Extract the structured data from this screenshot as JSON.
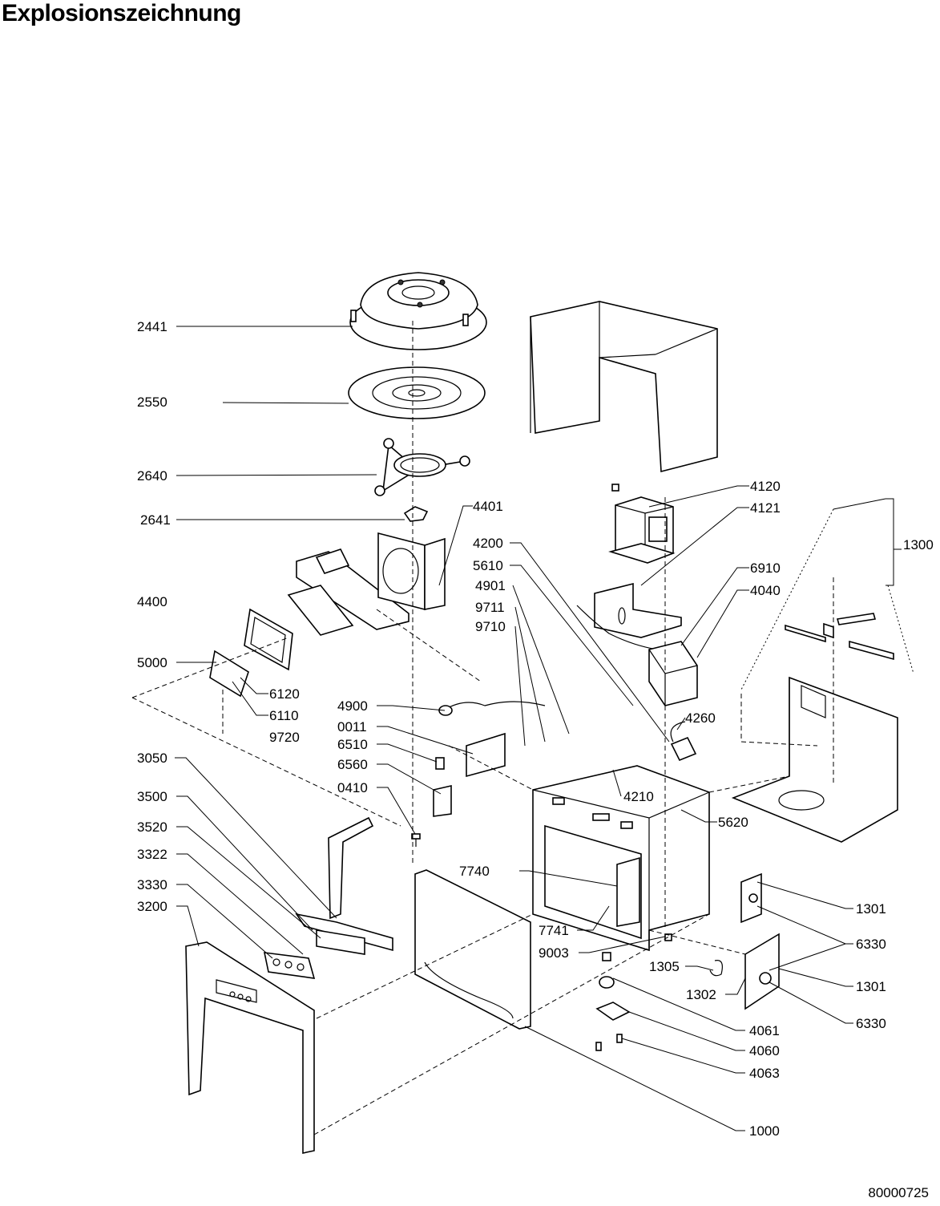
{
  "header": {
    "title": "Explosionszeichnung"
  },
  "footer": {
    "doc_number": "80000725"
  },
  "callouts": {
    "c2441": "2441",
    "c2550": "2550",
    "c2640": "2640",
    "c2641": "2641",
    "c4400": "4400",
    "c5000": "5000",
    "c6120": "6120",
    "c6110": "6110",
    "c9720": "9720",
    "c3050": "3050",
    "c3500": "3500",
    "c3520": "3520",
    "c3322": "3322",
    "c3330": "3330",
    "c3200": "3200",
    "c4401": "4401",
    "c4200": "4200",
    "c5610": "5610",
    "c4901": "4901",
    "c9711": "9711",
    "c9710": "9710",
    "c4900": "4900",
    "c0011": "0011",
    "c6510": "6510",
    "c6560": "6560",
    "c0410": "0410",
    "c4120": "4120",
    "c4121": "4121",
    "c6910": "6910",
    "c4040": "4040",
    "c4260": "4260",
    "c1300": "1300",
    "c4210": "4210",
    "c5620": "5620",
    "c7740": "7740",
    "c7741": "7741",
    "c9003": "9003",
    "c1301a": "1301",
    "c6330a": "6330",
    "c1305": "1305",
    "c1302": "1302",
    "c1301b": "1301",
    "c6330b": "6330",
    "c4061": "4061",
    "c4060": "4060",
    "c4063": "4063",
    "c1000": "1000"
  }
}
